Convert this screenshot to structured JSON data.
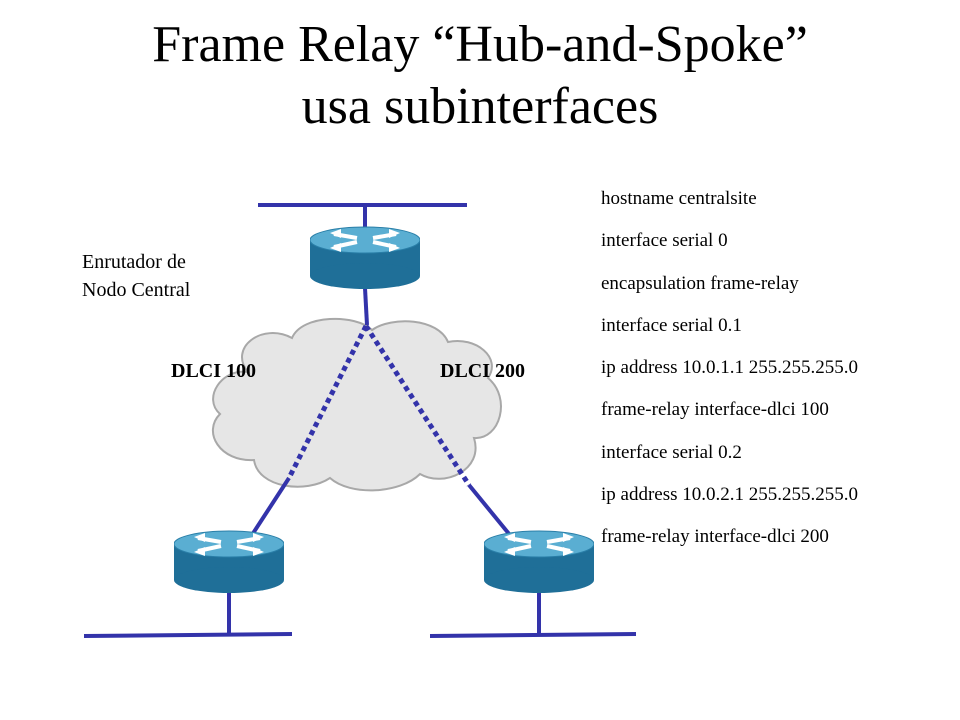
{
  "title": {
    "line1": "Frame Relay “Hub-and-Spoke”",
    "line2": "usa subinterfaces"
  },
  "hub_label": {
    "line1": "Enrutador de",
    "line2": "Nodo Central"
  },
  "links": {
    "left_label": "DLCI 100",
    "right_label": "DLCI 200"
  },
  "config_lines": [
    "hostname centralsite",
    "interface serial 0",
    "encapsulation frame-relay",
    "interface serial 0.1",
    "ip address 10.0.1.1 255.255.255.0",
    "frame-relay interface-dlci 100",
    "interface serial 0.2",
    "ip address 10.0.2.1 255.255.255.0",
    "frame-relay interface-dlci 200"
  ],
  "icons": {
    "router": "router-icon",
    "cloud": "frame-relay-cloud-icon"
  },
  "colors": {
    "link": "#3333aa",
    "router_top": "#4fa3c8",
    "router_side": "#1f6f98",
    "cloud_fill": "#e6e6e6",
    "cloud_stroke": "#a8a8a8"
  }
}
